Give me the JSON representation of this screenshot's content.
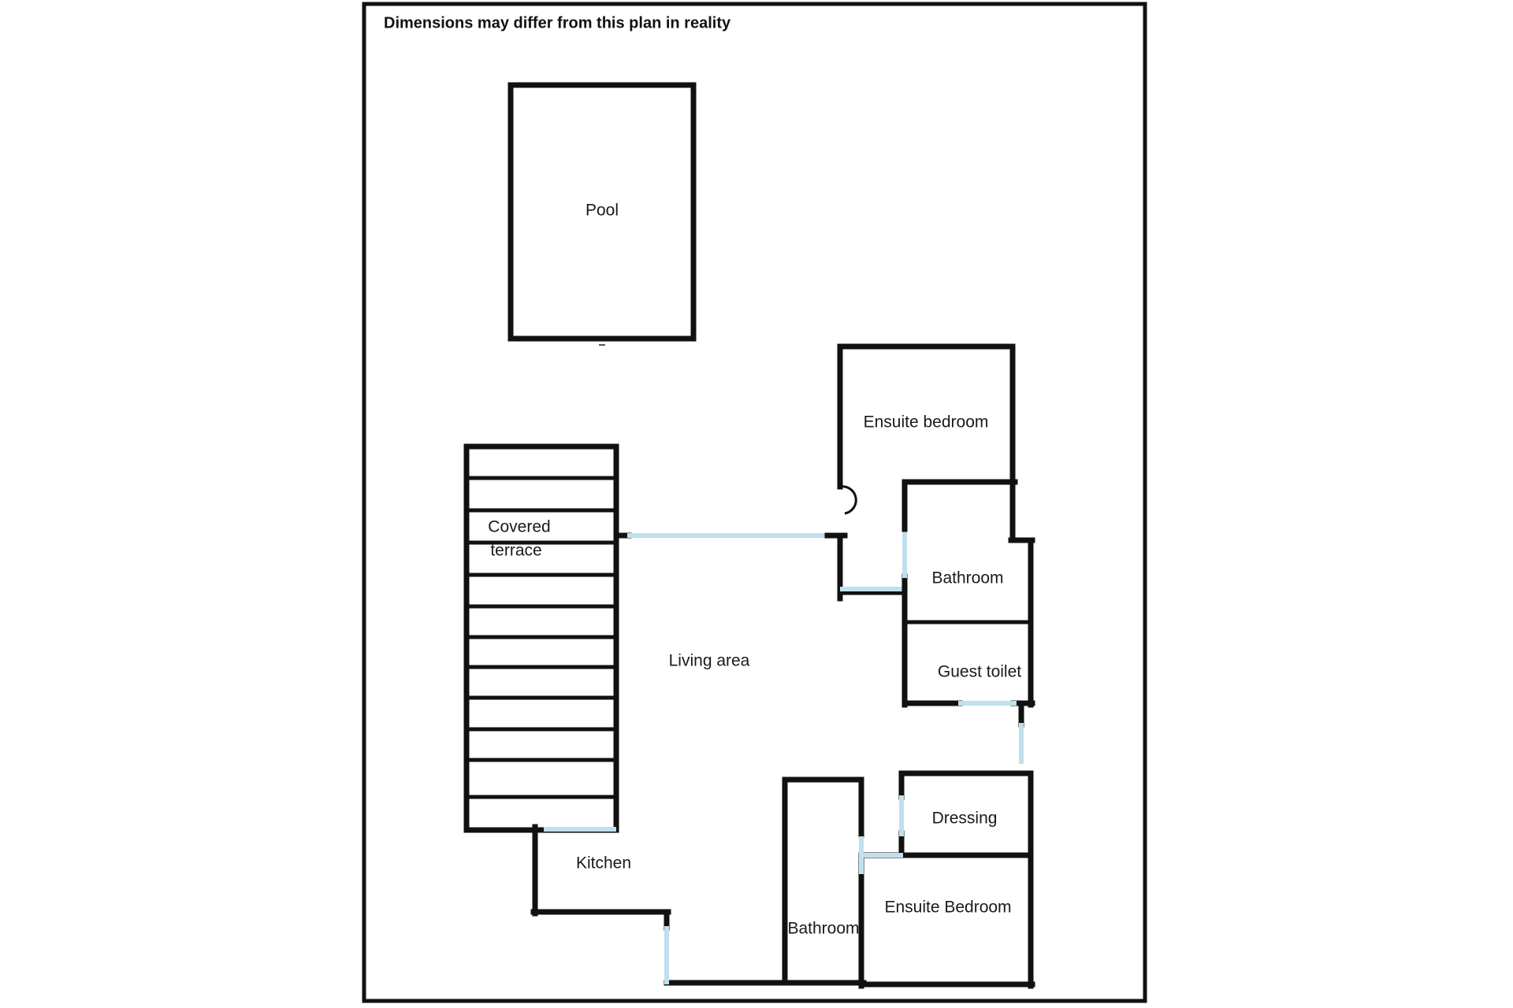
{
  "page": {
    "note": "Dimensions may differ from this plan in reality",
    "background_color": "#ffffff",
    "frame_color": "#111111",
    "wall_color": "#111111",
    "glazing_color": "#bfe0ec"
  },
  "rooms": {
    "pool": {
      "label": "Pool"
    },
    "covered_terrace": {
      "label_line1": "Covered",
      "label_line2": "terrace"
    },
    "living_area": {
      "label": "Living area"
    },
    "kitchen": {
      "label": "Kitchen"
    },
    "ensuite_bedroom_upper": {
      "label": "Ensuite bedroom"
    },
    "bathroom_upper": {
      "label": "Bathroom"
    },
    "guest_toilet": {
      "label": "Guest toilet"
    },
    "dressing": {
      "label": "Dressing"
    },
    "ensuite_bedroom_lower": {
      "label": "Ensuite Bedroom"
    },
    "bathroom_lower": {
      "label": "Bathroom"
    }
  }
}
